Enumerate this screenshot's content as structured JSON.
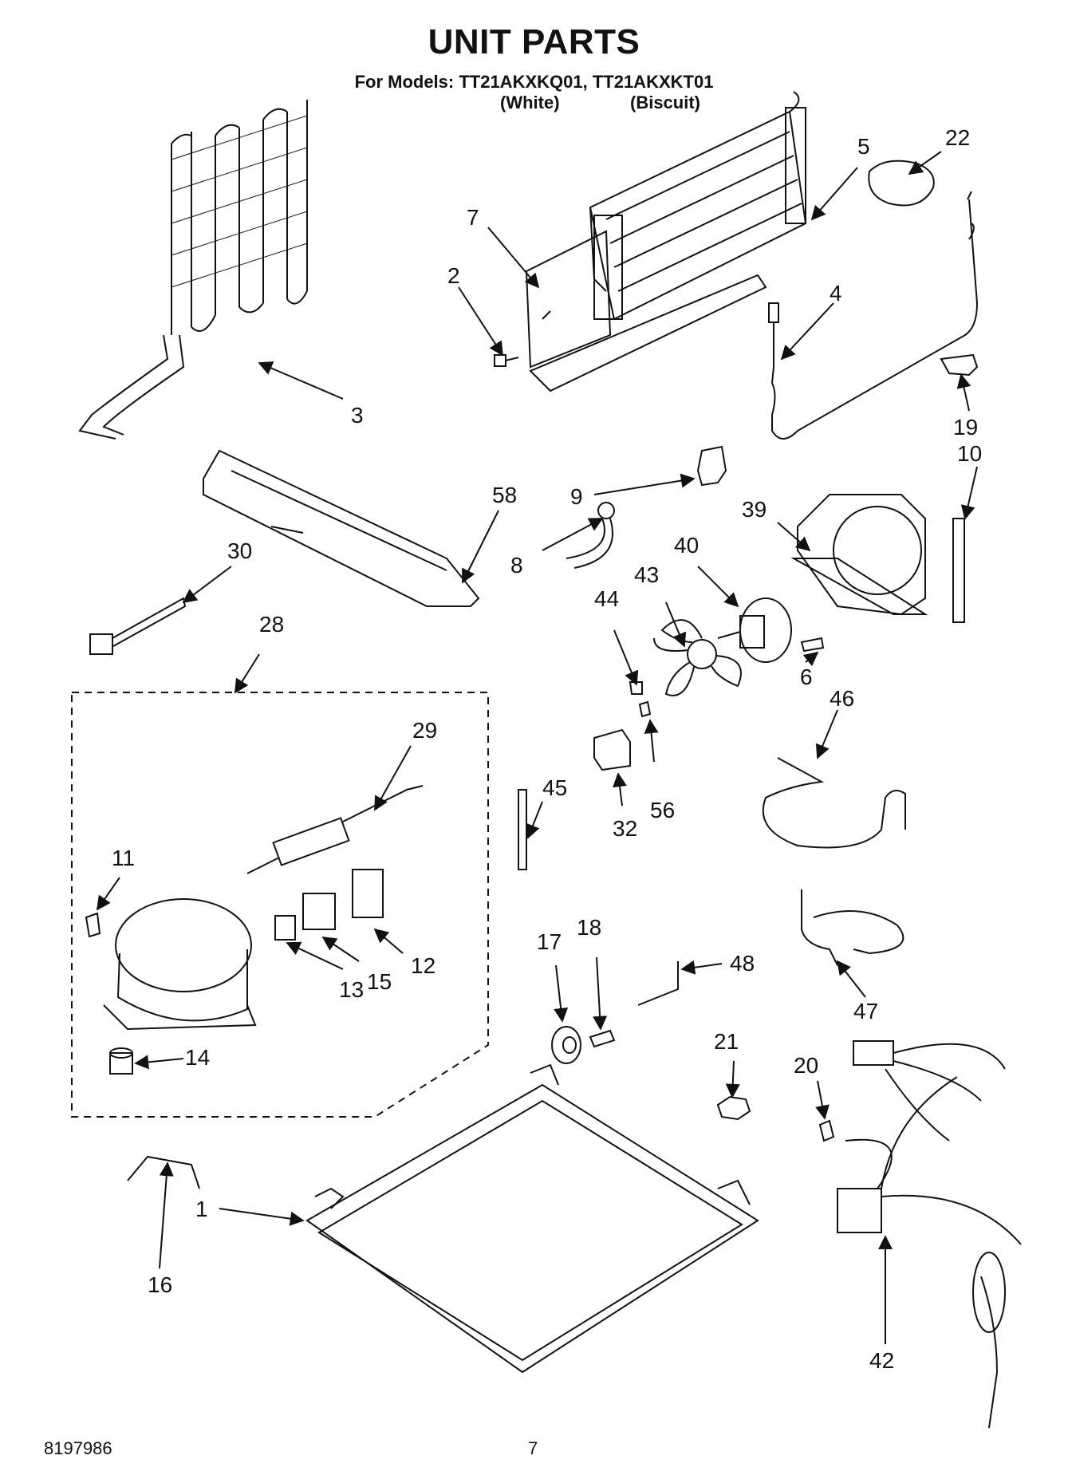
{
  "page": {
    "title": "UNIT PARTS",
    "models_line": "For Models: TT21AKXKQ01, TT21AKXKT01",
    "variant_1": "(White)",
    "variant_2": "(Biscuit)",
    "doc_number": "8197986",
    "page_number": "7"
  },
  "callouts": [
    {
      "id": "c5",
      "text": "5"
    },
    {
      "id": "c22",
      "text": "22"
    },
    {
      "id": "c7",
      "text": "7"
    },
    {
      "id": "c2",
      "text": "2"
    },
    {
      "id": "c4",
      "text": "4"
    },
    {
      "id": "c3",
      "text": "3"
    },
    {
      "id": "c19",
      "text": "19"
    },
    {
      "id": "c10",
      "text": "10"
    },
    {
      "id": "c9",
      "text": "9"
    },
    {
      "id": "c58",
      "text": "58"
    },
    {
      "id": "c39",
      "text": "39"
    },
    {
      "id": "c8",
      "text": "8"
    },
    {
      "id": "c40",
      "text": "40"
    },
    {
      "id": "c30",
      "text": "30"
    },
    {
      "id": "c43",
      "text": "43"
    },
    {
      "id": "c44",
      "text": "44"
    },
    {
      "id": "c28",
      "text": "28"
    },
    {
      "id": "c6",
      "text": "6"
    },
    {
      "id": "c46",
      "text": "46"
    },
    {
      "id": "c29",
      "text": "29"
    },
    {
      "id": "c45",
      "text": "45"
    },
    {
      "id": "c56",
      "text": "56"
    },
    {
      "id": "c32",
      "text": "32"
    },
    {
      "id": "c11",
      "text": "11"
    },
    {
      "id": "c12",
      "text": "12"
    },
    {
      "id": "c15",
      "text": "15"
    },
    {
      "id": "c13",
      "text": "13"
    },
    {
      "id": "c17",
      "text": "17"
    },
    {
      "id": "c18",
      "text": "18"
    },
    {
      "id": "c48",
      "text": "48"
    },
    {
      "id": "c47",
      "text": "47"
    },
    {
      "id": "c14",
      "text": "14"
    },
    {
      "id": "c21",
      "text": "21"
    },
    {
      "id": "c20",
      "text": "20"
    },
    {
      "id": "c1",
      "text": "1"
    },
    {
      "id": "c16",
      "text": "16"
    },
    {
      "id": "c42",
      "text": "42"
    }
  ]
}
